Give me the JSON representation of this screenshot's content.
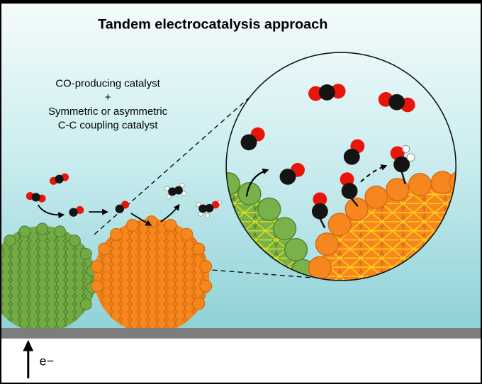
{
  "figure": {
    "title": "Tandem electrocatalysis approach",
    "description": {
      "line1": "CO-producing catalyst",
      "line2": "+",
      "line3": "Symmetric or asymmetric",
      "line4": "C-C coupling catalyst"
    },
    "electron_label": "e−",
    "colors": {
      "background_top": "#f4fbfb",
      "background_bottom": "#8fd2d7",
      "green_catalyst": "#72ab44",
      "green_catalyst_edge": "#4c7a2a",
      "orange_catalyst": "#f6861d",
      "orange_catalyst_edge": "#cc660a",
      "lattice_green": "#d9e021",
      "lattice_orange": "#ffd21c",
      "electrode_gray": "#7d7d7d",
      "carbon_black": "#141414",
      "oxygen_red": "#e8150b",
      "hydrogen_white": "#ffffff"
    }
  }
}
